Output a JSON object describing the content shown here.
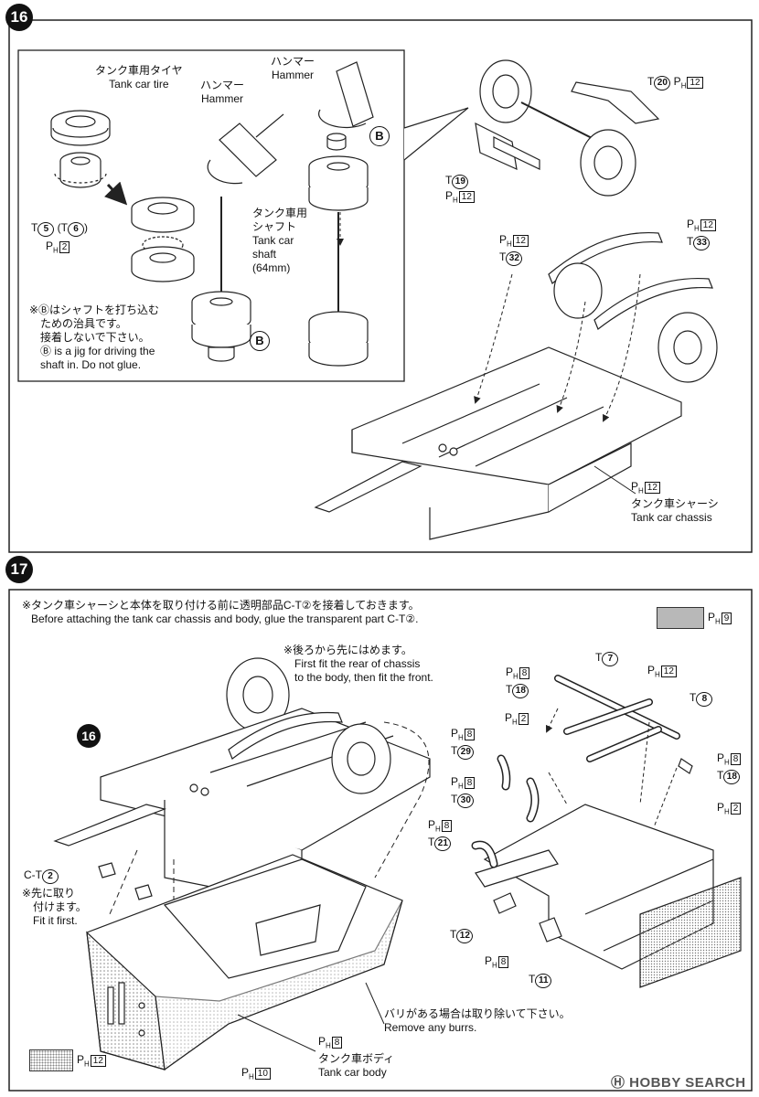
{
  "step16": {
    "number": "16",
    "tire_jp": "タンク車用タイヤ",
    "tire_en": "Tank car tire",
    "hammer1_jp": "ハンマー",
    "hammer1_en": "Hammer",
    "hammer2_jp": "ハンマー",
    "hammer2_en": "Hammer",
    "shaft_jp": "タンク車用",
    "shaft_jp2": "シャフト",
    "shaft_en1": "Tank car",
    "shaft_en2": "shaft",
    "shaft_len": "(64mm)",
    "part_t5": "5",
    "part_t6": "6",
    "ph_tire": "2",
    "jig_letter": "B",
    "note_jp1": "※Ⓑはシャフトを打ち込む",
    "note_jp2": "ための治具です。",
    "note_jp3": "接着しないで下さい。",
    "note_en1": "Ⓑ is a jig for driving the",
    "note_en2": "shaft in. Do not glue.",
    "t20": "20",
    "ph20": "12",
    "t19": "19",
    "ph19": "12",
    "ph32": "12",
    "t32": "32",
    "ph33": "12",
    "t33": "33",
    "chassis_ph": "12",
    "chassis_jp": "タンク車シャーシ",
    "chassis_en": "Tank car chassis"
  },
  "step17": {
    "number": "17",
    "note_jp": "※タンク車シャーシと本体を取り付ける前に透明部品C-T②を接着しておきます。",
    "note_en": "Before attaching the tank car chassis and body, glue the transparent part C-T②.",
    "swatch_ph": "9",
    "rear_jp": "※後ろから先にはめます。",
    "rear_en1": "First fit the rear of chassis",
    "rear_en2": "to the body, then fit the front.",
    "ref16": "16",
    "ct_prefix": "C-T",
    "ct_num": "2",
    "fit_jp1": "※先に取り",
    "fit_jp2": "付けます。",
    "fit_en": "Fit it first.",
    "t7": "7",
    "ph7": "12",
    "ph8a": "8",
    "t18a": "18",
    "ph2a": "2",
    "t8": "8",
    "ph8b": "8",
    "t29": "29",
    "ph8c": "8",
    "t30": "30",
    "ph8d": "8",
    "t18b": "18",
    "ph2b": "2",
    "ph8e": "8",
    "t21": "21",
    "t12": "12",
    "ph12b": "8",
    "t11": "11",
    "burr_jp": "バリがある場合は取り除いて下さい。",
    "burr_en": "Remove any burrs.",
    "body_ph": "8",
    "body_jp": "タンク車ボディ",
    "body_en": "Tank car body",
    "ph10": "10",
    "swatch2_ph": "12"
  },
  "watermark": "HOBBY SEARCH",
  "colors": {
    "line": "#222222",
    "swatch_gray": "#b8b8b8",
    "dot": "#9a9a9a",
    "step_bg": "#111111"
  }
}
